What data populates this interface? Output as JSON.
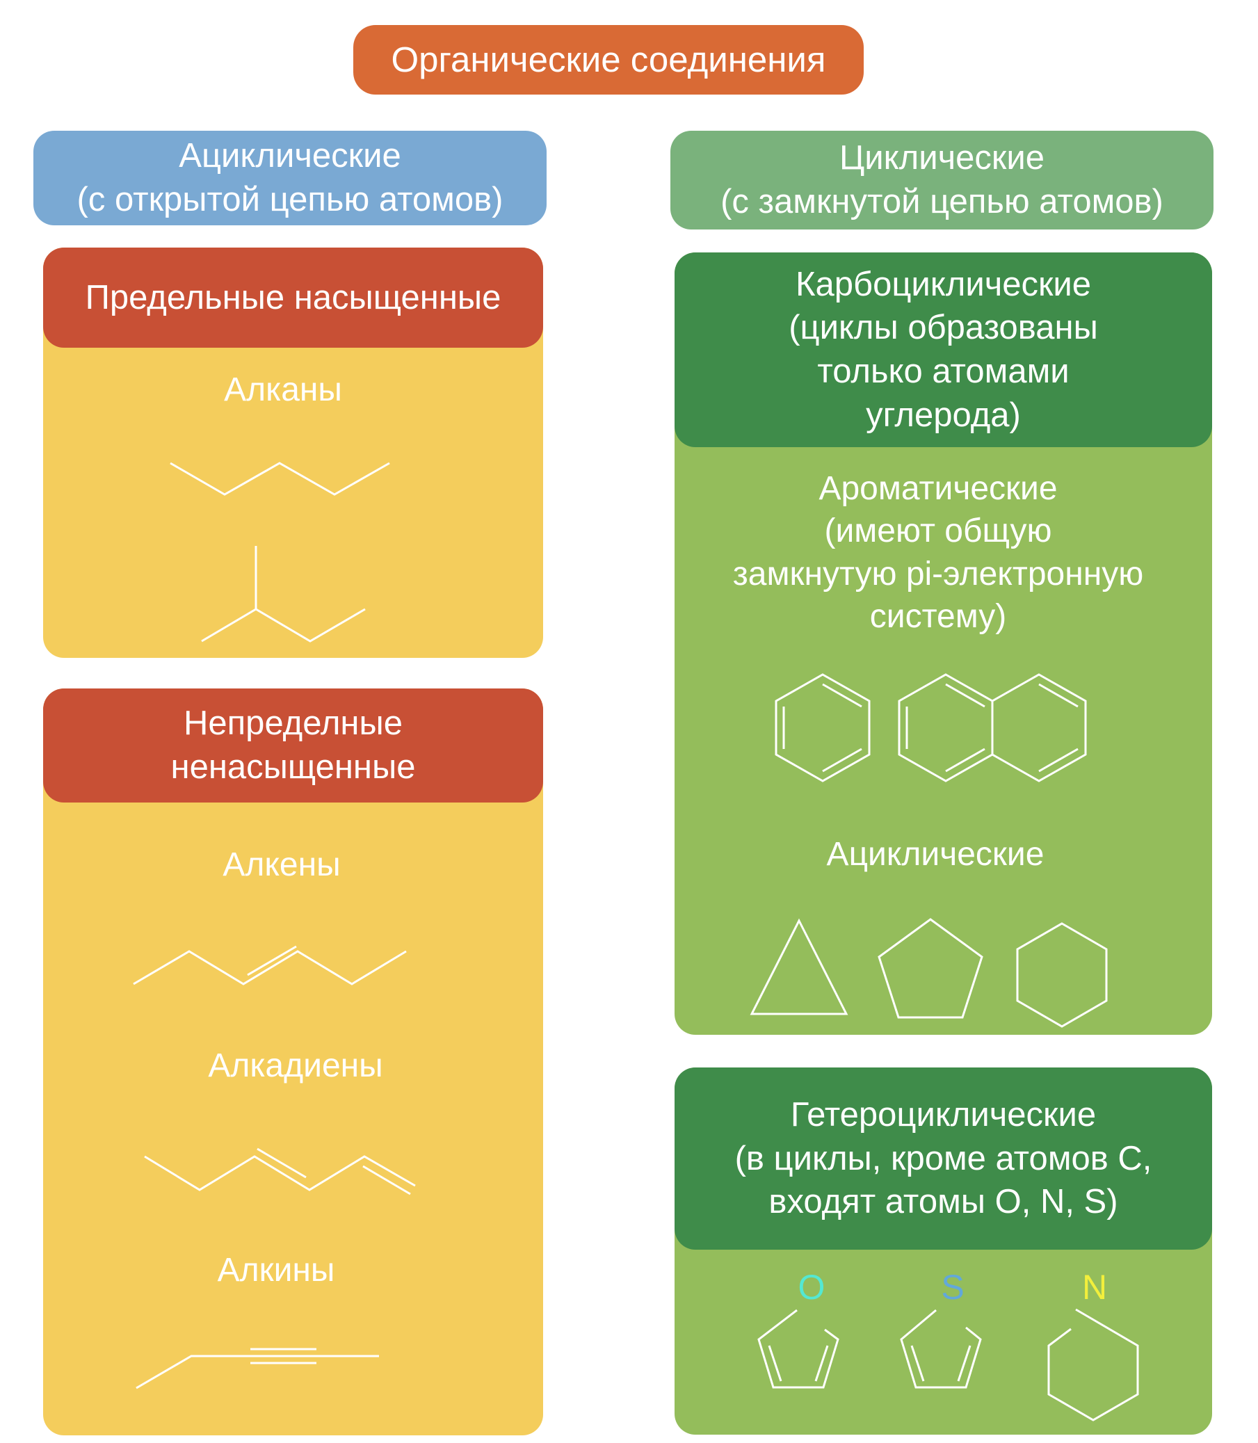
{
  "title": "Органические соединения",
  "acyclic": {
    "header": "Ациклические\n(с открытой цепью атомов)",
    "saturated": {
      "header": "Предельные насыщенные",
      "items": [
        {
          "label": "Алканы"
        }
      ]
    },
    "unsaturated": {
      "header": "Непределные\nненасыщенные",
      "items": [
        {
          "label": "Алкены"
        },
        {
          "label": "Алкадиены"
        },
        {
          "label": "Алкины"
        }
      ]
    }
  },
  "cyclic": {
    "header": "Циклические\n(с замкнутой цепью атомов)",
    "carbocyclic": {
      "header": "Карбоциклические\n(циклы образованы\nтолько атомами\nуглерода)",
      "aromatic_label": "Ароматические\n(имеют общую\nзамкнутую pi-электронную\nсистему)",
      "alicyclic_label": "Ациклические"
    },
    "heterocyclic": {
      "header": "Гетероциклические\n(в циклы, кроме атомов С,\nвходят атомы O, N, S)",
      "atoms": [
        "O",
        "S",
        "N"
      ]
    }
  },
  "colors": {
    "title_bg": "#d96a35",
    "acyclic_bg": "#7aa9d3",
    "cyclic_bg": "#7ab27c",
    "red_header": "#c85035",
    "yellow_panel": "#f4cd5c",
    "dark_green": "#3f8c4a",
    "light_green": "#94bd5b",
    "atom_O": "#54e8d2",
    "atom_S": "#62a8da",
    "atom_N": "#f2ef3c"
  }
}
